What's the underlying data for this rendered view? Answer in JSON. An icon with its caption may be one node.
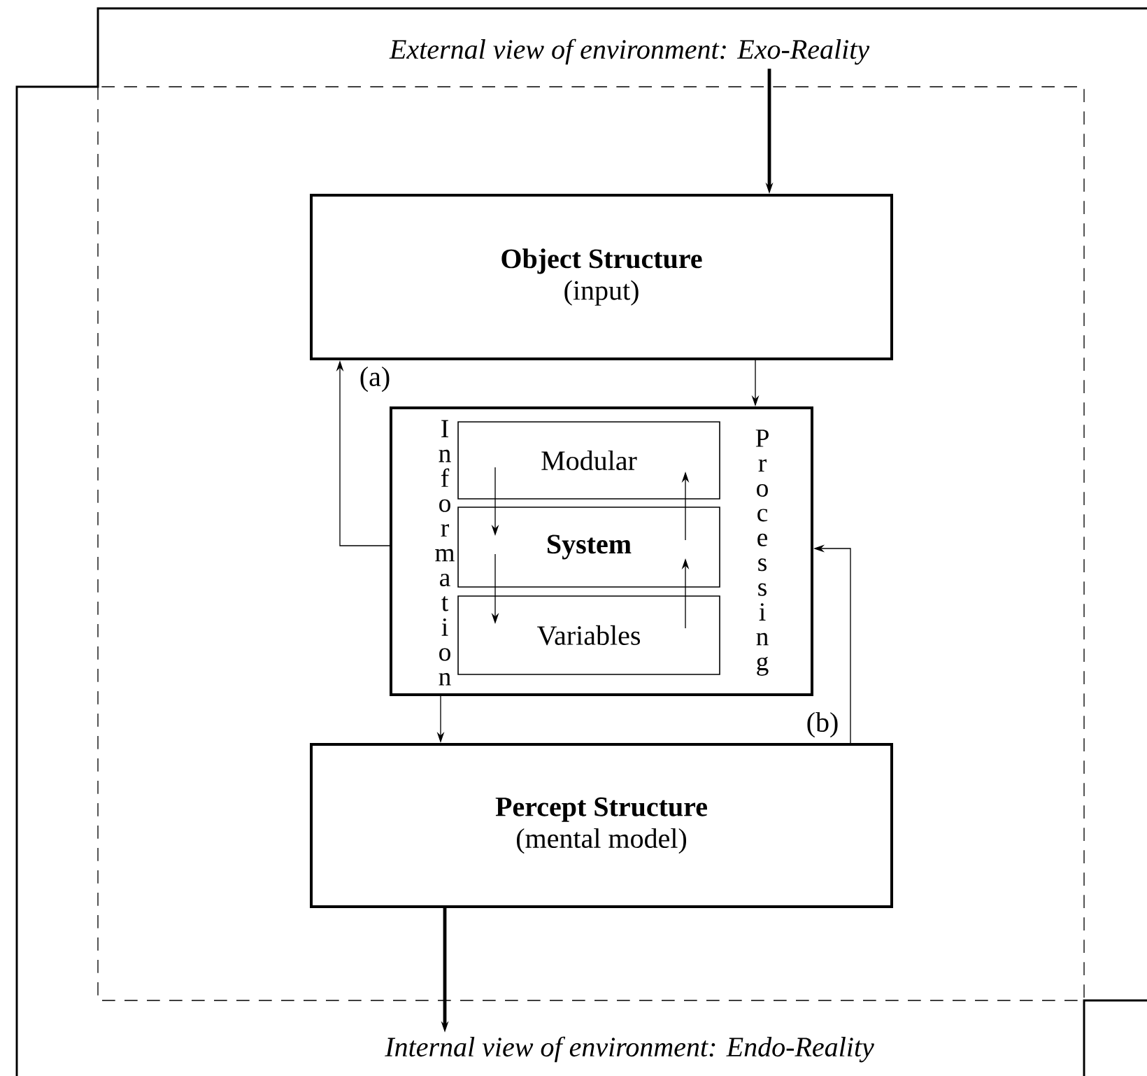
{
  "diagram": {
    "nodes": [
      {
        "text": [
          "External view of environment: Exo-Reality"
        ]
      },
      {
        "text": [
          "Object Structure",
          "(input)"
        ]
      },
      {
        "text": [
          "Information",
          "Processing"
        ]
      },
      {
        "text": [
          "Modular"
        ],
        "in": 2
      },
      {
        "text": [
          "System"
        ],
        "in": 2
      },
      {
        "text": [
          "Variables"
        ],
        "in": 2
      },
      {
        "text": [
          "Percept Structure",
          "(mental model)"
        ]
      },
      {
        "text": [
          "Internal view of environment: Endo-Reality"
        ]
      }
    ],
    "edges": [
      {
        "from": 0,
        "to": 1,
        "arrow": "to",
        "style": "thick"
      },
      {
        "from": 1,
        "to": 2,
        "arrow": "to"
      },
      {
        "from": 2,
        "to": 1,
        "arrow": "to",
        "label": "(a)"
      },
      {
        "from": 2,
        "to": 6,
        "arrow": "to"
      },
      {
        "from": 6,
        "to": 2,
        "arrow": "to",
        "label": "(b)"
      },
      {
        "from": 6,
        "to": 7,
        "arrow": "to",
        "style": "thick"
      },
      {
        "from": 3,
        "to": 4,
        "arrow": "to"
      },
      {
        "from": 4,
        "to": 5,
        "arrow": "to"
      },
      {
        "from": 5,
        "to": 4,
        "arrow": "to"
      },
      {
        "from": 4,
        "to": 3,
        "arrow": "to"
      }
    ]
  }
}
